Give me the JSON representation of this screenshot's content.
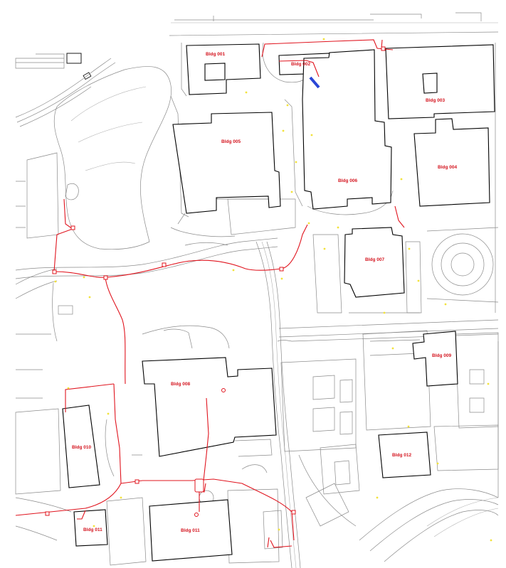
{
  "buildings": [
    {
      "id": "b001",
      "label": "Bldg 001"
    },
    {
      "id": "b002",
      "label": "Bldg 002"
    },
    {
      "id": "b003",
      "label": "Bldg 003"
    },
    {
      "id": "b004",
      "label": "Bldg 004"
    },
    {
      "id": "b005",
      "label": "Bldg 005"
    },
    {
      "id": "b006",
      "label": "Bldg 006"
    },
    {
      "id": "b007",
      "label": "Bldg 007"
    },
    {
      "id": "b008",
      "label": "Bldg 008"
    },
    {
      "id": "b009",
      "label": "Bldg 009"
    },
    {
      "id": "b010",
      "label": "Bldg 010"
    },
    {
      "id": "b011a",
      "label": "Bldg 011"
    },
    {
      "id": "b011b",
      "label": "Bldg 011"
    },
    {
      "id": "b012",
      "label": "Bldg 012"
    }
  ],
  "colors": {
    "utility_line": "#e0141e",
    "building_outline": "#000000",
    "base_linework": "#8a8a8a",
    "highlight": "#2a46d6",
    "marker": "#f2e23a"
  }
}
